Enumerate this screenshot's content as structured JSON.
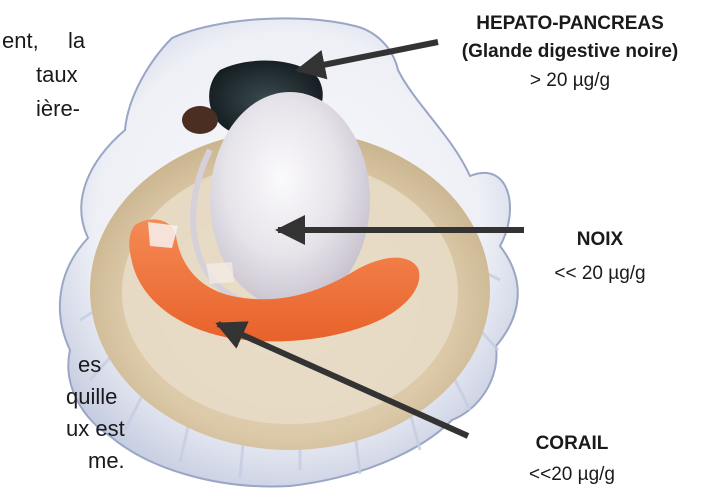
{
  "text_fragments": {
    "line1_left": "ent,",
    "line1_right": "la",
    "line2": "taux",
    "line3": "ière-",
    "line4": "es",
    "line5": "quille",
    "line6": "ux est",
    "line7": "me."
  },
  "labels": {
    "hepato": {
      "title_line1": "HEPATO-PANCREAS",
      "title_line2": "(Glande digestive noire)",
      "value": "> 20 µg/g"
    },
    "noix": {
      "title": "NOIX",
      "value": "<< 20 µg/g"
    },
    "corail": {
      "title": "CORAIL",
      "value": "<<20 µg/g"
    }
  },
  "colors": {
    "shell_light": "#f4f2f6",
    "shell_shadow": "#b9c2dc",
    "mantle": "#e2d3bb",
    "muscle": "#e9e6ee",
    "coral": "#f0743e",
    "gland": "#1f2c33",
    "arrow": "#333333"
  }
}
